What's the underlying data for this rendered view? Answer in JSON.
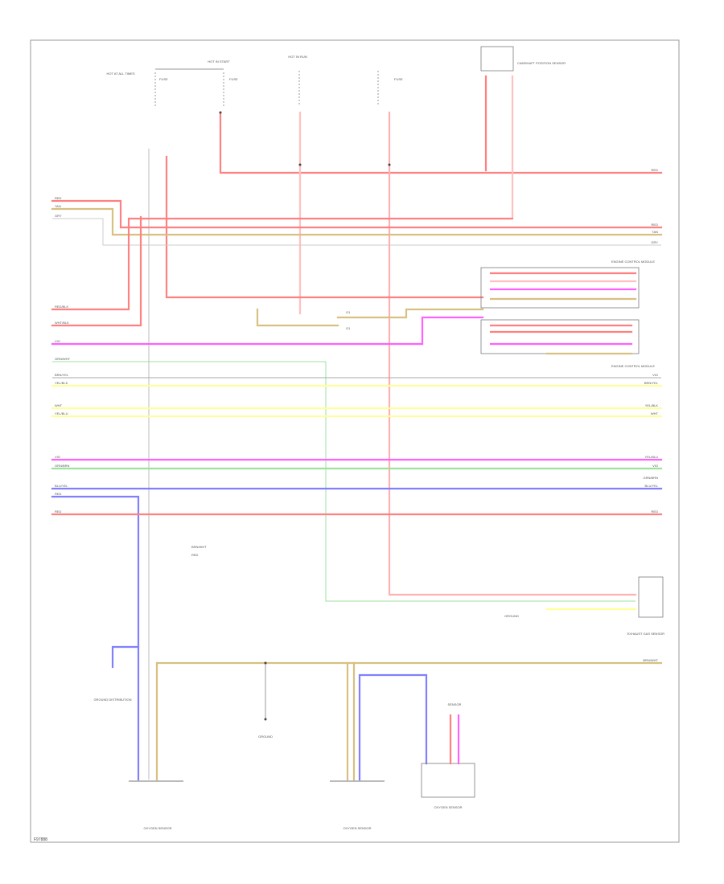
{
  "diagram": {
    "ref_code": "F97888",
    "colors": {
      "red": "#ff8080",
      "pink": "#ffc0c0",
      "tan": "#d8c080",
      "yellow": "#ffff99",
      "green": "#9be29b",
      "magenta": "#ff60ff",
      "blue": "#8080ff",
      "gray": "#bbbbbb",
      "black": "#333333"
    },
    "components": {
      "hot_at_all_times_left": "HOT AT ALL TIMES",
      "hot_in_start": "HOT IN START",
      "hot_in_run_top": "HOT IN RUN",
      "fuse_label_1": "FUSE",
      "fuse_label_2": "FUSE",
      "fuse_label_3": "FUSE",
      "top_right_module": "CAMSHAFT POSITION SENSOR",
      "ecm_connector_1": "ENGINE CONTROL MODULE",
      "ecm_connector_2": "ENGINE CONTROL MODULE",
      "splice_left": "G1",
      "splice_right": "G1",
      "mid_label_1": "BRN/WHT",
      "mid_label_2": "RED",
      "ground_left": "GROUND DISTRIBUTION",
      "ground_mid": "GROUND",
      "ground_right": "GROUND",
      "sensor_bottom_right": "OXYGEN SENSOR",
      "bottom_right_module": "EXHAUST GAS SENSOR",
      "bottom_left_label": "OXYGEN SENSOR",
      "bottom_mid_label": "OXYGEN SENSOR",
      "small_sensor": "SENSOR"
    },
    "wire_labels": {
      "w1": "RED",
      "w2": "TAN",
      "w3": "GRY",
      "w4": "RED/BLK",
      "w5": "WHT/BLK",
      "w6": "VIO",
      "w7": "GRN/WHT",
      "w8": "BRN/YEL",
      "w9": "YEL/BLK",
      "w10": "WHT",
      "w11": "YEL/BLU",
      "w12": "VIO",
      "w13": "GRN/BRN",
      "w14": "BLU/YEL",
      "w15": "RED",
      "w16": "RED",
      "r1": "RED",
      "r2": "RED",
      "r3": "TAN",
      "r4": "GRY",
      "r5": "VIO",
      "r6": "BRN/YEL",
      "r7": "YEL/BLK",
      "r8": "WHT",
      "r9": "YEL/BLU",
      "r10": "VIO",
      "r11": "GRN/BRN",
      "r12": "BLU/YEL",
      "r13": "RED",
      "r14": "BRN/WHT"
    }
  }
}
